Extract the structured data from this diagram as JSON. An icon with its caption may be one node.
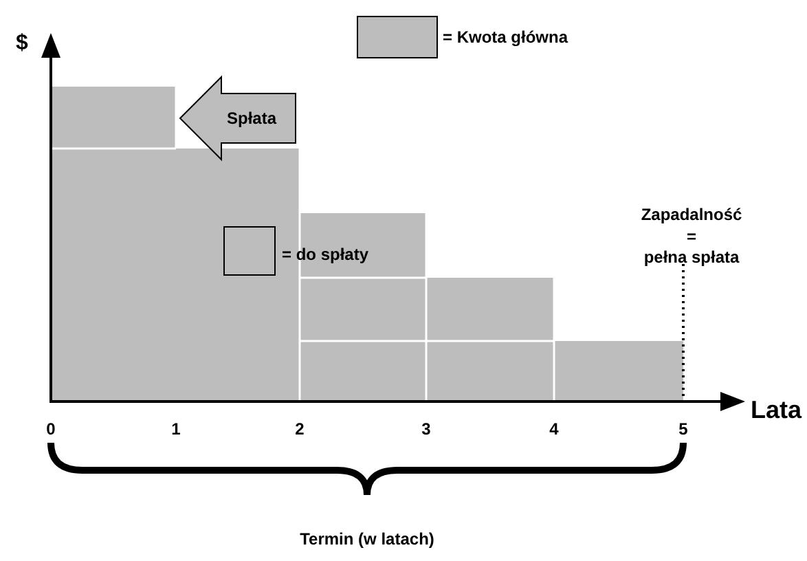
{
  "diagram": {
    "labels": [
      "$",
      "Spłata",
      "Zapadalność",
      "=",
      "pełna spłata",
      "Lata",
      "0",
      "1",
      "2",
      "3",
      "4",
      "5",
      "Termin (w latach)"
    ],
    "legend": [
      {
        "text": "= Kwota główna",
        "color": "#bdbdbd"
      },
      {
        "text": "= do spłaty"
      }
    ]
  }
}
